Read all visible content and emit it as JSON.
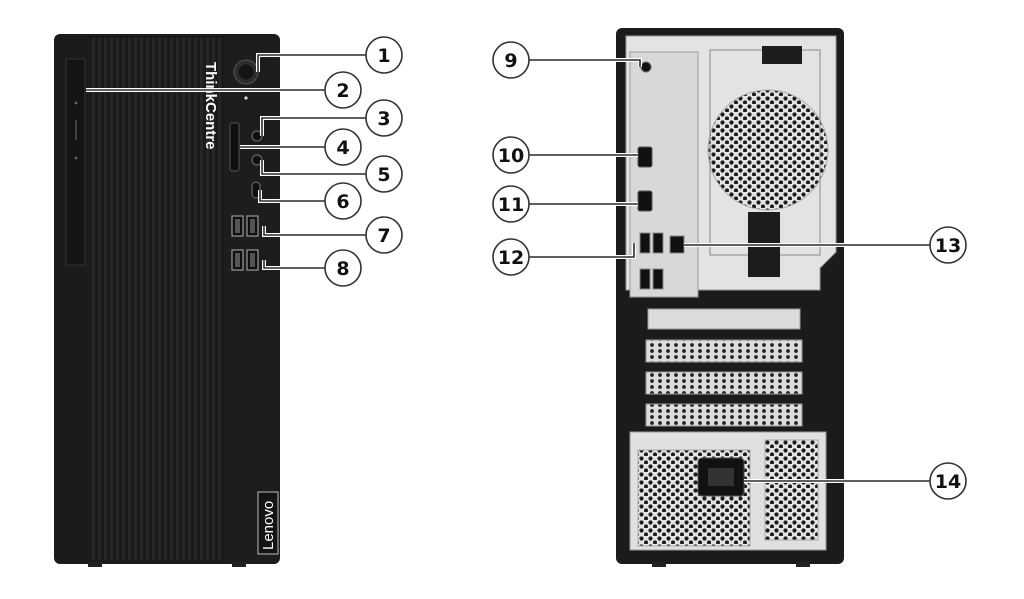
{
  "diagram": {
    "front_brand": "ThinkCentre",
    "front_logo": "Lenovo",
    "callouts": [
      {
        "num": "1",
        "side": "front"
      },
      {
        "num": "2",
        "side": "front"
      },
      {
        "num": "3",
        "side": "front"
      },
      {
        "num": "4",
        "side": "front"
      },
      {
        "num": "5",
        "side": "front"
      },
      {
        "num": "6",
        "side": "front"
      },
      {
        "num": "7",
        "side": "front"
      },
      {
        "num": "8",
        "side": "front"
      },
      {
        "num": "9",
        "side": "rear"
      },
      {
        "num": "10",
        "side": "rear"
      },
      {
        "num": "11",
        "side": "rear"
      },
      {
        "num": "12",
        "side": "rear"
      },
      {
        "num": "13",
        "side": "rear"
      },
      {
        "num": "14",
        "side": "rear"
      }
    ],
    "colors": {
      "chassis": "#1b1b1b",
      "panel": "#d9d9d9",
      "brand_red": "#d8232a",
      "callout_border": "#333333"
    }
  }
}
